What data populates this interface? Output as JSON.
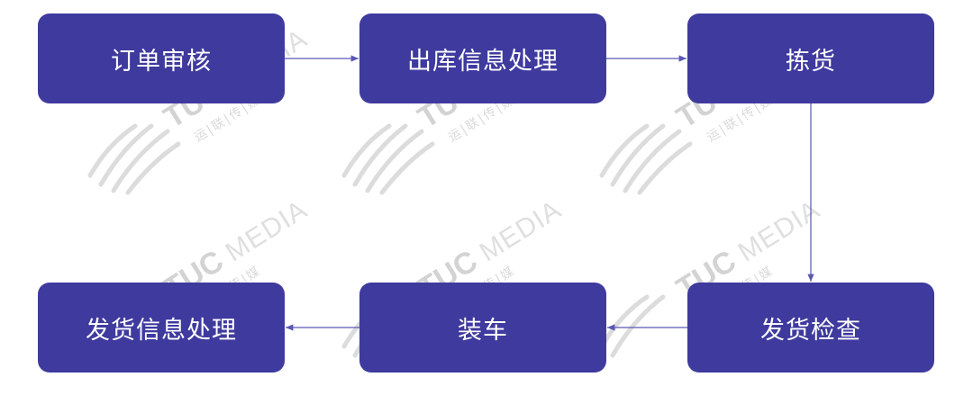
{
  "colors": {
    "node_fill": "#3f3a9e",
    "node_text": "#ffffff",
    "connector": "#5b57b3",
    "watermark": "#d9d9d9"
  },
  "nodes": [
    {
      "id": "n1",
      "label": "订单审核"
    },
    {
      "id": "n2",
      "label": "出库信息处理"
    },
    {
      "id": "n3",
      "label": "拣货"
    },
    {
      "id": "n4",
      "label": "发货检查"
    },
    {
      "id": "n5",
      "label": "装车"
    },
    {
      "id": "n6",
      "label": "发货信息处理"
    }
  ],
  "edges": [
    {
      "from": "n1",
      "to": "n2"
    },
    {
      "from": "n2",
      "to": "n3"
    },
    {
      "from": "n3",
      "to": "n4"
    },
    {
      "from": "n4",
      "to": "n5"
    },
    {
      "from": "n5",
      "to": "n6"
    }
  ],
  "watermark": {
    "brand_tuc": "TUC",
    "brand_media": "MEDIA",
    "brand_cn": "运|联|传|媒"
  }
}
